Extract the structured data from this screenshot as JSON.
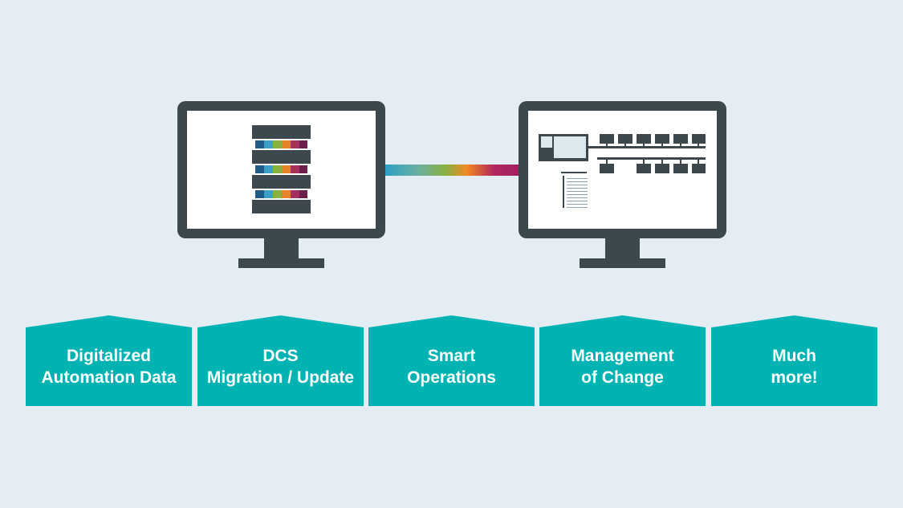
{
  "colors": {
    "background": "#e4edf3",
    "monitor_frame": "#3d474e",
    "screen": "#ffffff",
    "card": "#00b3b3",
    "card_text": "#ffffff",
    "cable_gradient": [
      "#2a9fc7",
      "#6bb0a0",
      "#8ab040",
      "#f18a22",
      "#b2275f",
      "#9c2063"
    ],
    "rack_segments": [
      "#1f5b87",
      "#3aa0c8",
      "#8ab040",
      "#e8822a",
      "#a53060",
      "#6a1f4c"
    ],
    "line_gray": "#8fa5b5"
  },
  "illustration": {
    "left_monitor": {
      "name": "monitor-left",
      "content": "server-rack-icon"
    },
    "right_monitor": {
      "name": "monitor-right",
      "content": "network-topology-icon"
    },
    "connector": "data-cable"
  },
  "cards": [
    {
      "line1": "Digitalized",
      "line2": "Automation Data"
    },
    {
      "line1": "DCS",
      "line2": "Migration / Update"
    },
    {
      "line1": "Smart",
      "line2": "Operations"
    },
    {
      "line1": "Management",
      "line2": "of Change"
    },
    {
      "line1": "Much",
      "line2": "more!"
    }
  ]
}
